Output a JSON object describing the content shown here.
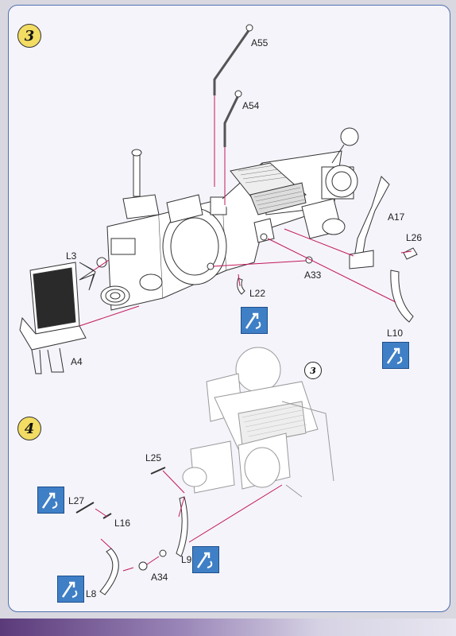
{
  "steps": [
    {
      "number": "3"
    },
    {
      "number": "4"
    }
  ],
  "parts": {
    "a55": "A55",
    "a54": "A54",
    "a17": "A17",
    "l26": "L26",
    "l3": "L3",
    "l22": "L22",
    "a33": "A33",
    "l10": "L10",
    "a4": "A4",
    "l25": "L25",
    "l27": "L27",
    "l16": "L16",
    "l9": "L9",
    "a34": "A34",
    "l8": "L8"
  },
  "reference_callout": "3",
  "colors": {
    "badge": "#f2dc63",
    "flip_icon": "#3f7fc6",
    "guide_line": "#c2185b",
    "border": "#4d6fb0"
  },
  "icons": [
    "flip-part-icon"
  ]
}
